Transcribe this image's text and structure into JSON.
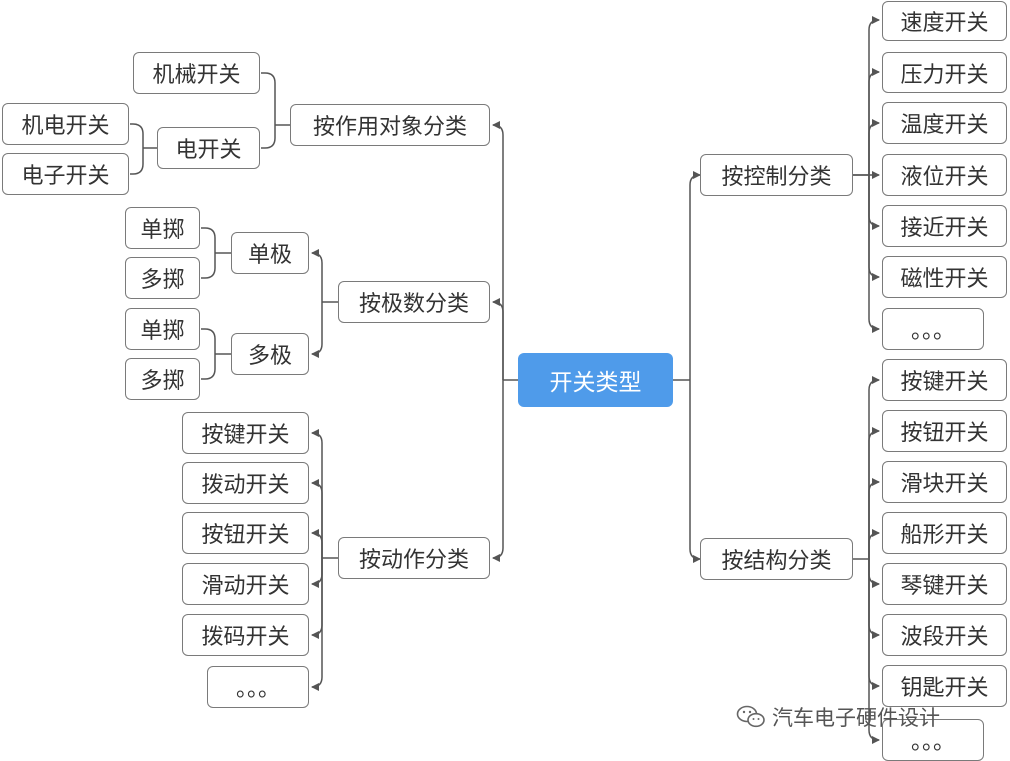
{
  "root": "开关类型",
  "left": {
    "by_object": {
      "label": "按作用对象分类",
      "mechanical": "机械开关",
      "electric": "电开关",
      "electromechanical": "机电开关",
      "electronic": "电子开关"
    },
    "by_pole": {
      "label": "按极数分类",
      "single_pole": "单极",
      "single_pole_single_throw": "单掷",
      "single_pole_multi_throw": "多掷",
      "multi_pole": "多极",
      "multi_pole_single_throw": "单掷",
      "multi_pole_multi_throw": "多掷"
    },
    "by_action": {
      "label": "按动作分类",
      "items": [
        "按键开关",
        "拨动开关",
        "按钮开关",
        "滑动开关",
        "拨码开关",
        "。。。"
      ]
    }
  },
  "right": {
    "by_control": {
      "label": "按控制分类",
      "items": [
        "速度开关",
        "压力开关",
        "温度开关",
        "液位开关",
        "接近开关",
        "磁性开关",
        "。。。"
      ]
    },
    "by_structure": {
      "label": "按结构分类",
      "items": [
        "按键开关",
        "按钮开关",
        "滑块开关",
        "船形开关",
        "琴键开关",
        "波段开关",
        "钥匙开关",
        "。。。"
      ]
    }
  },
  "watermark": {
    "icon": "wechat-icon",
    "text": "汽车电子硬件设计"
  },
  "colors": {
    "root_fill": "#4f9bea",
    "border": "#7a7a7a",
    "line": "#555555"
  }
}
